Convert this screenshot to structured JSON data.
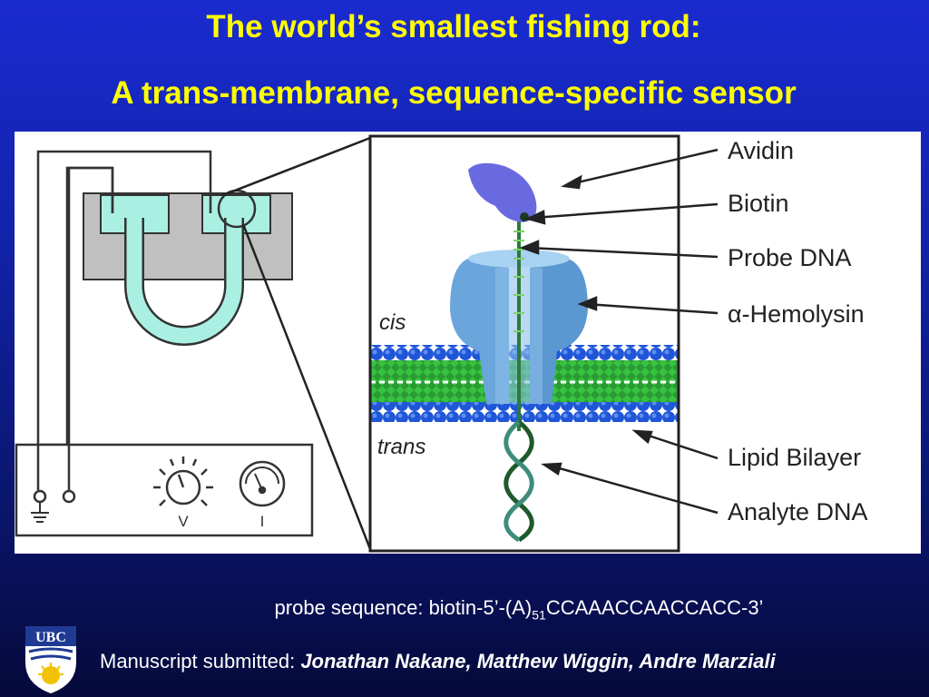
{
  "title": {
    "line1": "The world’s smallest fishing rod:",
    "line2": "A trans-membrane, sequence-specific sensor"
  },
  "diagram": {
    "labels": {
      "avidin": "Avidin",
      "biotin": "Biotin",
      "probe_dna": "Probe DNA",
      "hemolysin_symbol": "α",
      "hemolysin": "-Hemolysin",
      "lipid_bilayer": "Lipid Bilayer",
      "analyte_dna": "Analyte DNA",
      "cis": "cis",
      "trans": "trans",
      "voltage": "V",
      "current": "I"
    },
    "colors": {
      "electrolyte": "#aaf0e2",
      "chamber": "#c0c0c0",
      "pore": "#6aa6dc",
      "avidin": "#6a6ae0",
      "lipid_heads": "#1f56d8",
      "lipid_tails": "#22a52a"
    }
  },
  "probe_sequence": {
    "prefix": "probe sequence: biotin-5’-(A)",
    "subscript": "51",
    "suffix": "CCAAACCAACCACC-3’"
  },
  "footer": {
    "label": "Manuscript submitted: ",
    "authors": "Jonathan Nakane, Matthew Wiggin, Andre Marziali"
  },
  "logo": {
    "text": "UBC"
  },
  "theme": {
    "title_color": "#ffff00",
    "background_top": "#1a2bd0",
    "background_bottom": "#050a3a"
  }
}
